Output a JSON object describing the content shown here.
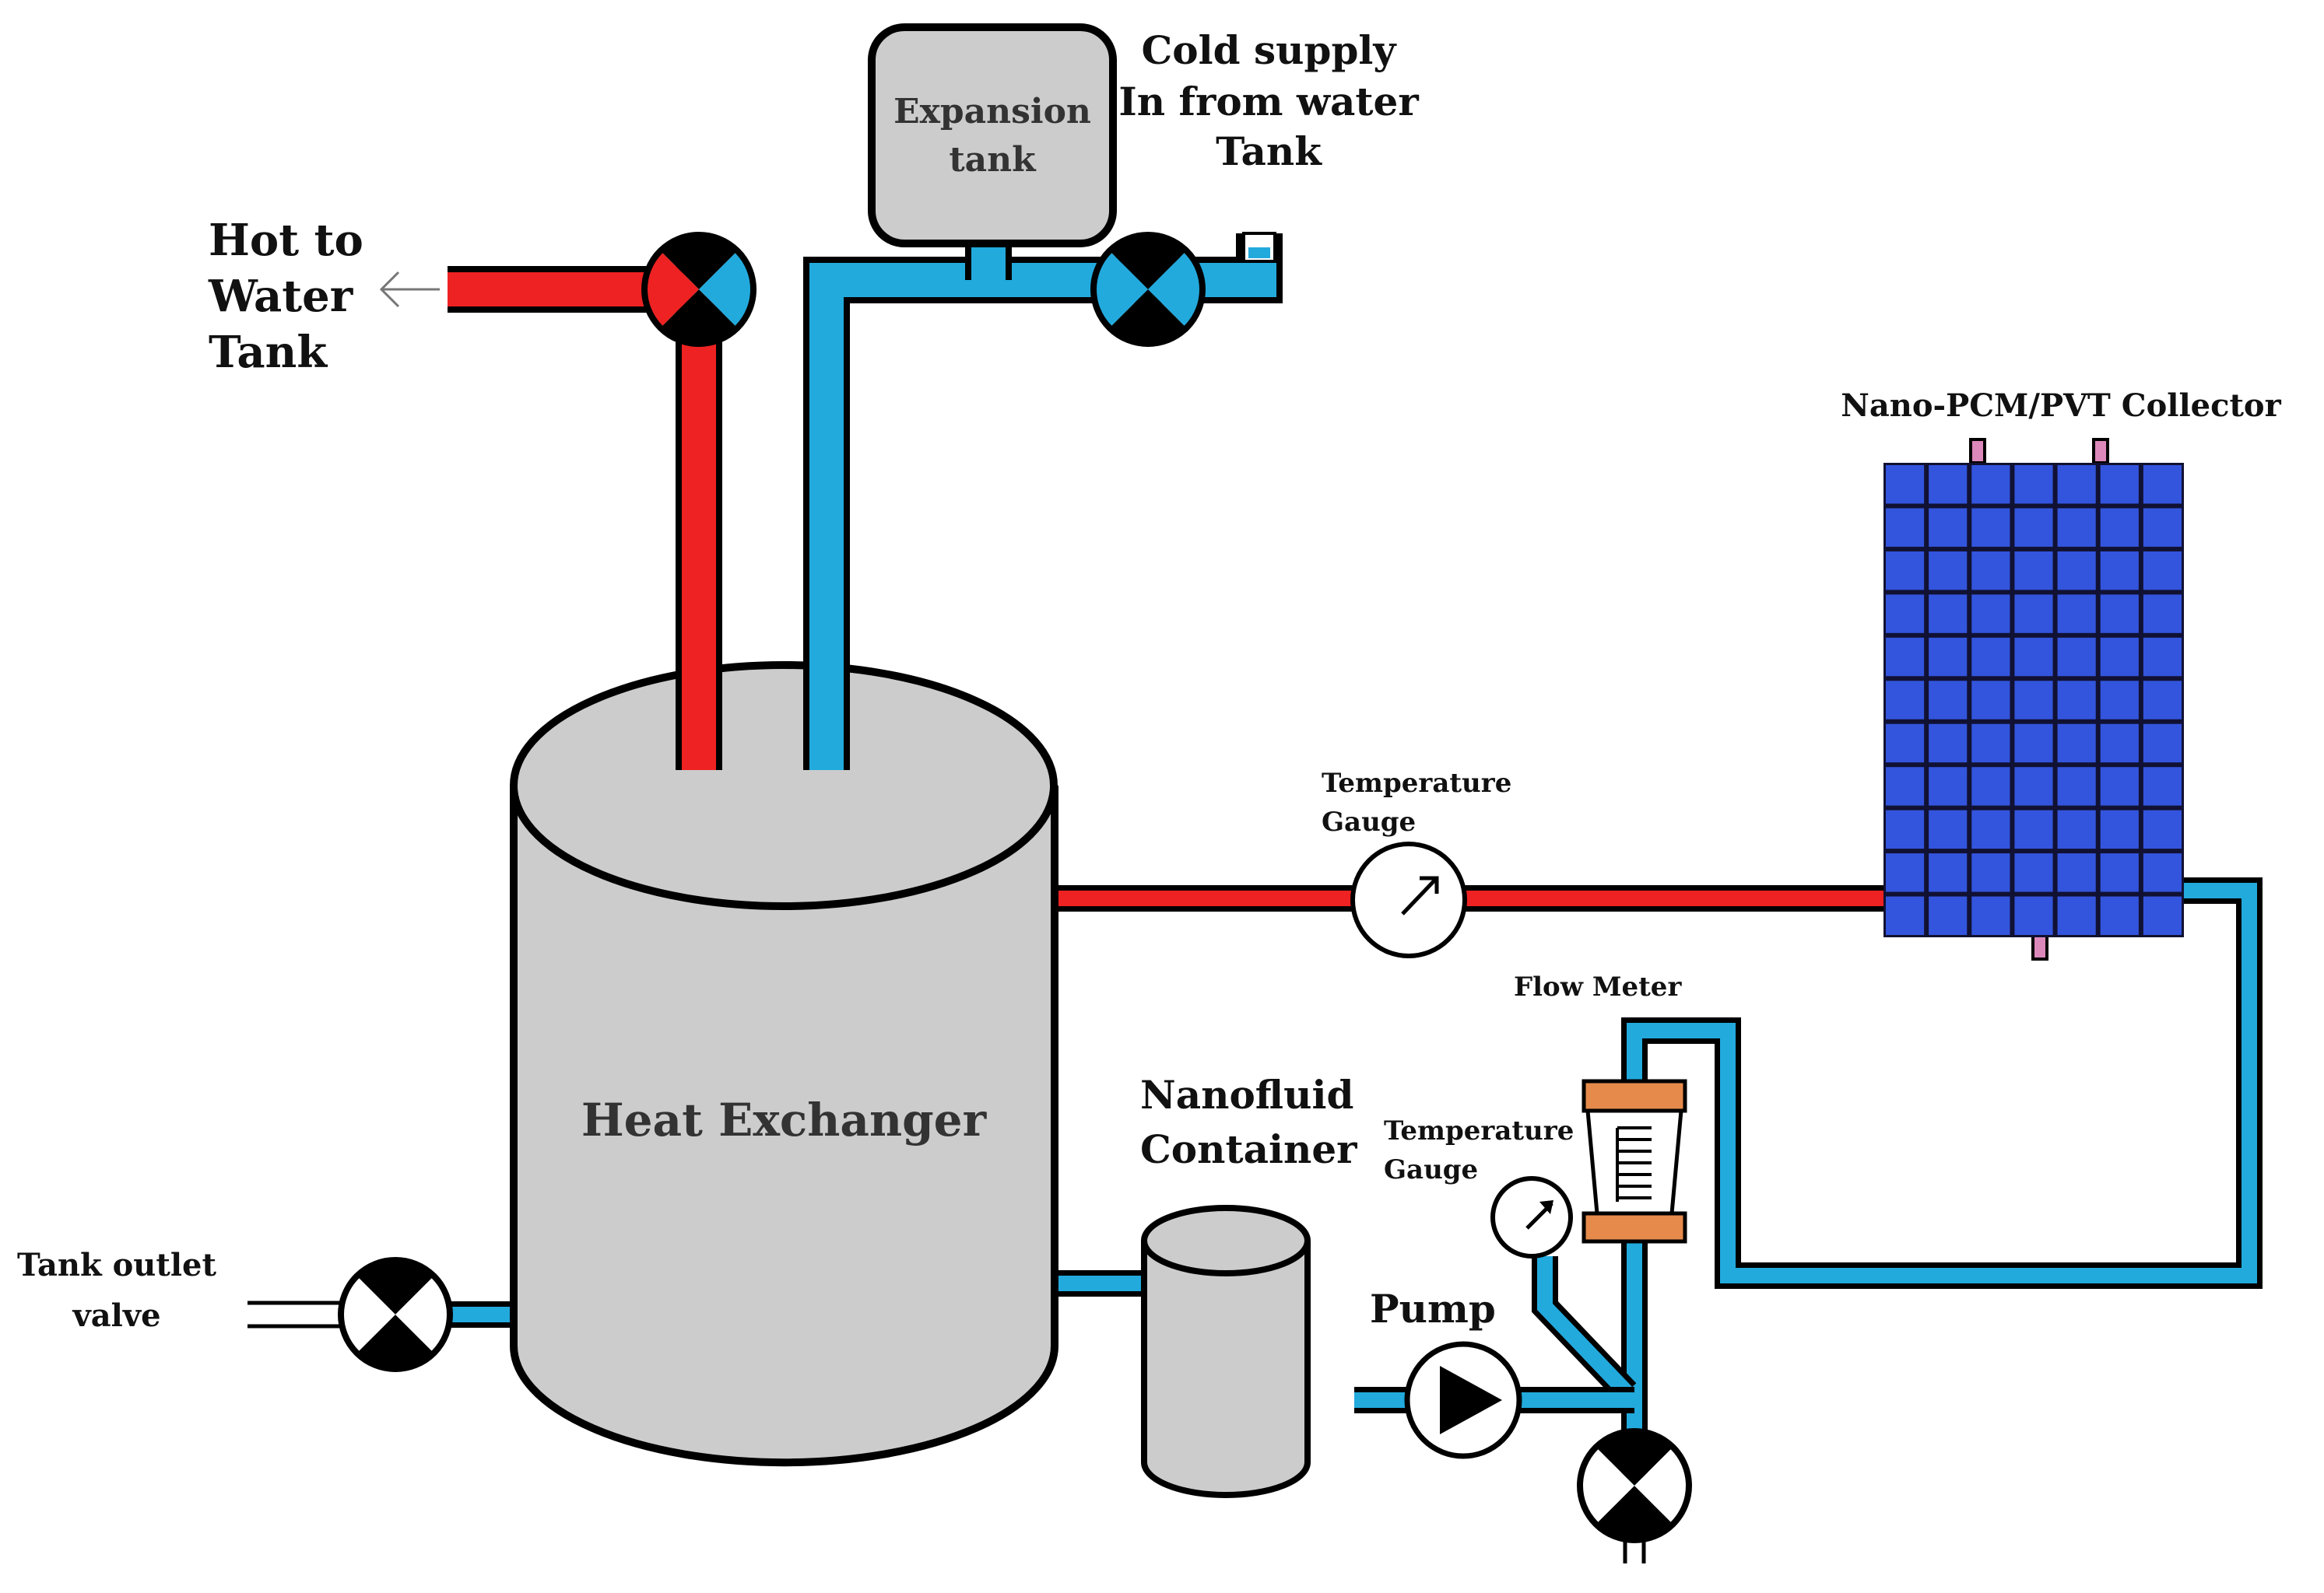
{
  "colors": {
    "hot_pipe": "#ee2222",
    "cold_pipe": "#22aadd",
    "vessel_fill": "#cccccc",
    "collector_fill": "#3355dd",
    "collector_port": "#dd88bb",
    "outline": "#000000"
  },
  "labels": {
    "expansion_tank": [
      "Expansion",
      "tank"
    ],
    "cold_supply": [
      "Cold supply",
      "In from water",
      "Tank"
    ],
    "hot_to_tank": [
      "Hot to",
      "Water",
      "Tank"
    ],
    "collector": "Nano-PCM/PVT Collector",
    "temp_gauge_top": [
      "Temperature",
      "Gauge"
    ],
    "flow_meter": "Flow Meter",
    "nanofluid_container": [
      "Nanofluid",
      "Container"
    ],
    "temp_gauge_bottom": [
      "Temperature",
      "Gauge"
    ],
    "heat_exchanger": "Heat Exchanger",
    "tank_outlet_valve": [
      "Tank outlet",
      "valve"
    ],
    "pump": "Pump"
  },
  "icons": {
    "valve": "four-quadrant-valve-icon",
    "gauge": "dial-gauge-icon",
    "pump": "pump-triangle-icon",
    "flow_meter": "rotameter-icon",
    "arrow": "arrow-left-icon"
  }
}
